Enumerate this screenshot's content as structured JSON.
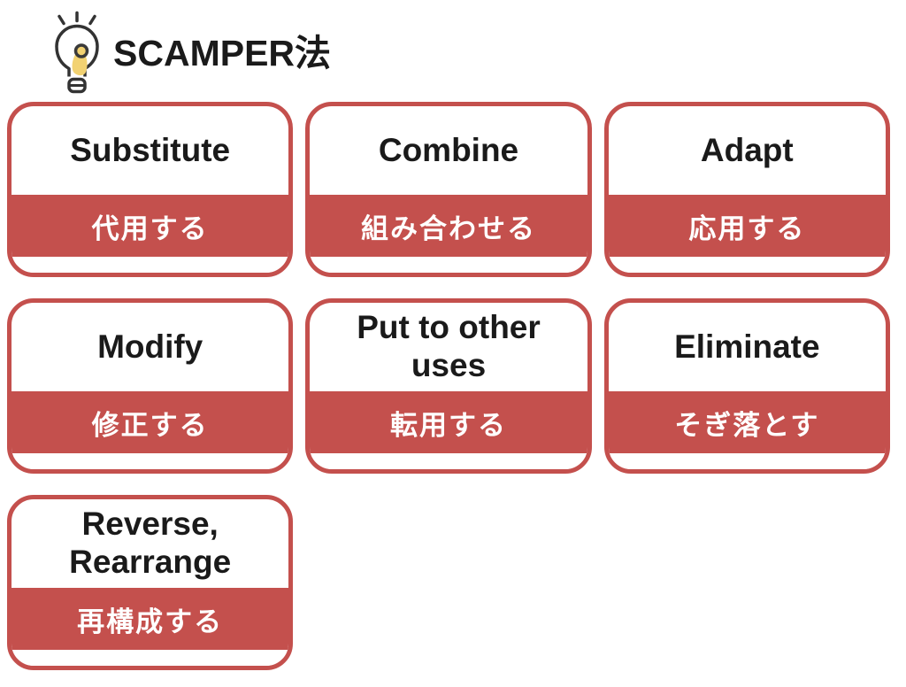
{
  "header": {
    "title": "SCAMPER法",
    "icon": "lightbulb-icon"
  },
  "colors": {
    "accent_red": "#c4504d",
    "text_black": "#1a1a1a",
    "text_white": "#ffffff",
    "bulb_yellow": "#f2d272",
    "bulb_outline": "#333333"
  },
  "cards": [
    {
      "en": "Substitute",
      "ja": "代用する"
    },
    {
      "en": "Combine",
      "ja": "組み合わせる"
    },
    {
      "en": "Adapt",
      "ja": "応用する"
    },
    {
      "en": "Modify",
      "ja": "修正する"
    },
    {
      "en": "Put to other uses",
      "ja": "転用する"
    },
    {
      "en": "Eliminate",
      "ja": "そぎ落とす"
    },
    {
      "en": "Reverse, Rearrange",
      "ja": "再構成する"
    }
  ]
}
